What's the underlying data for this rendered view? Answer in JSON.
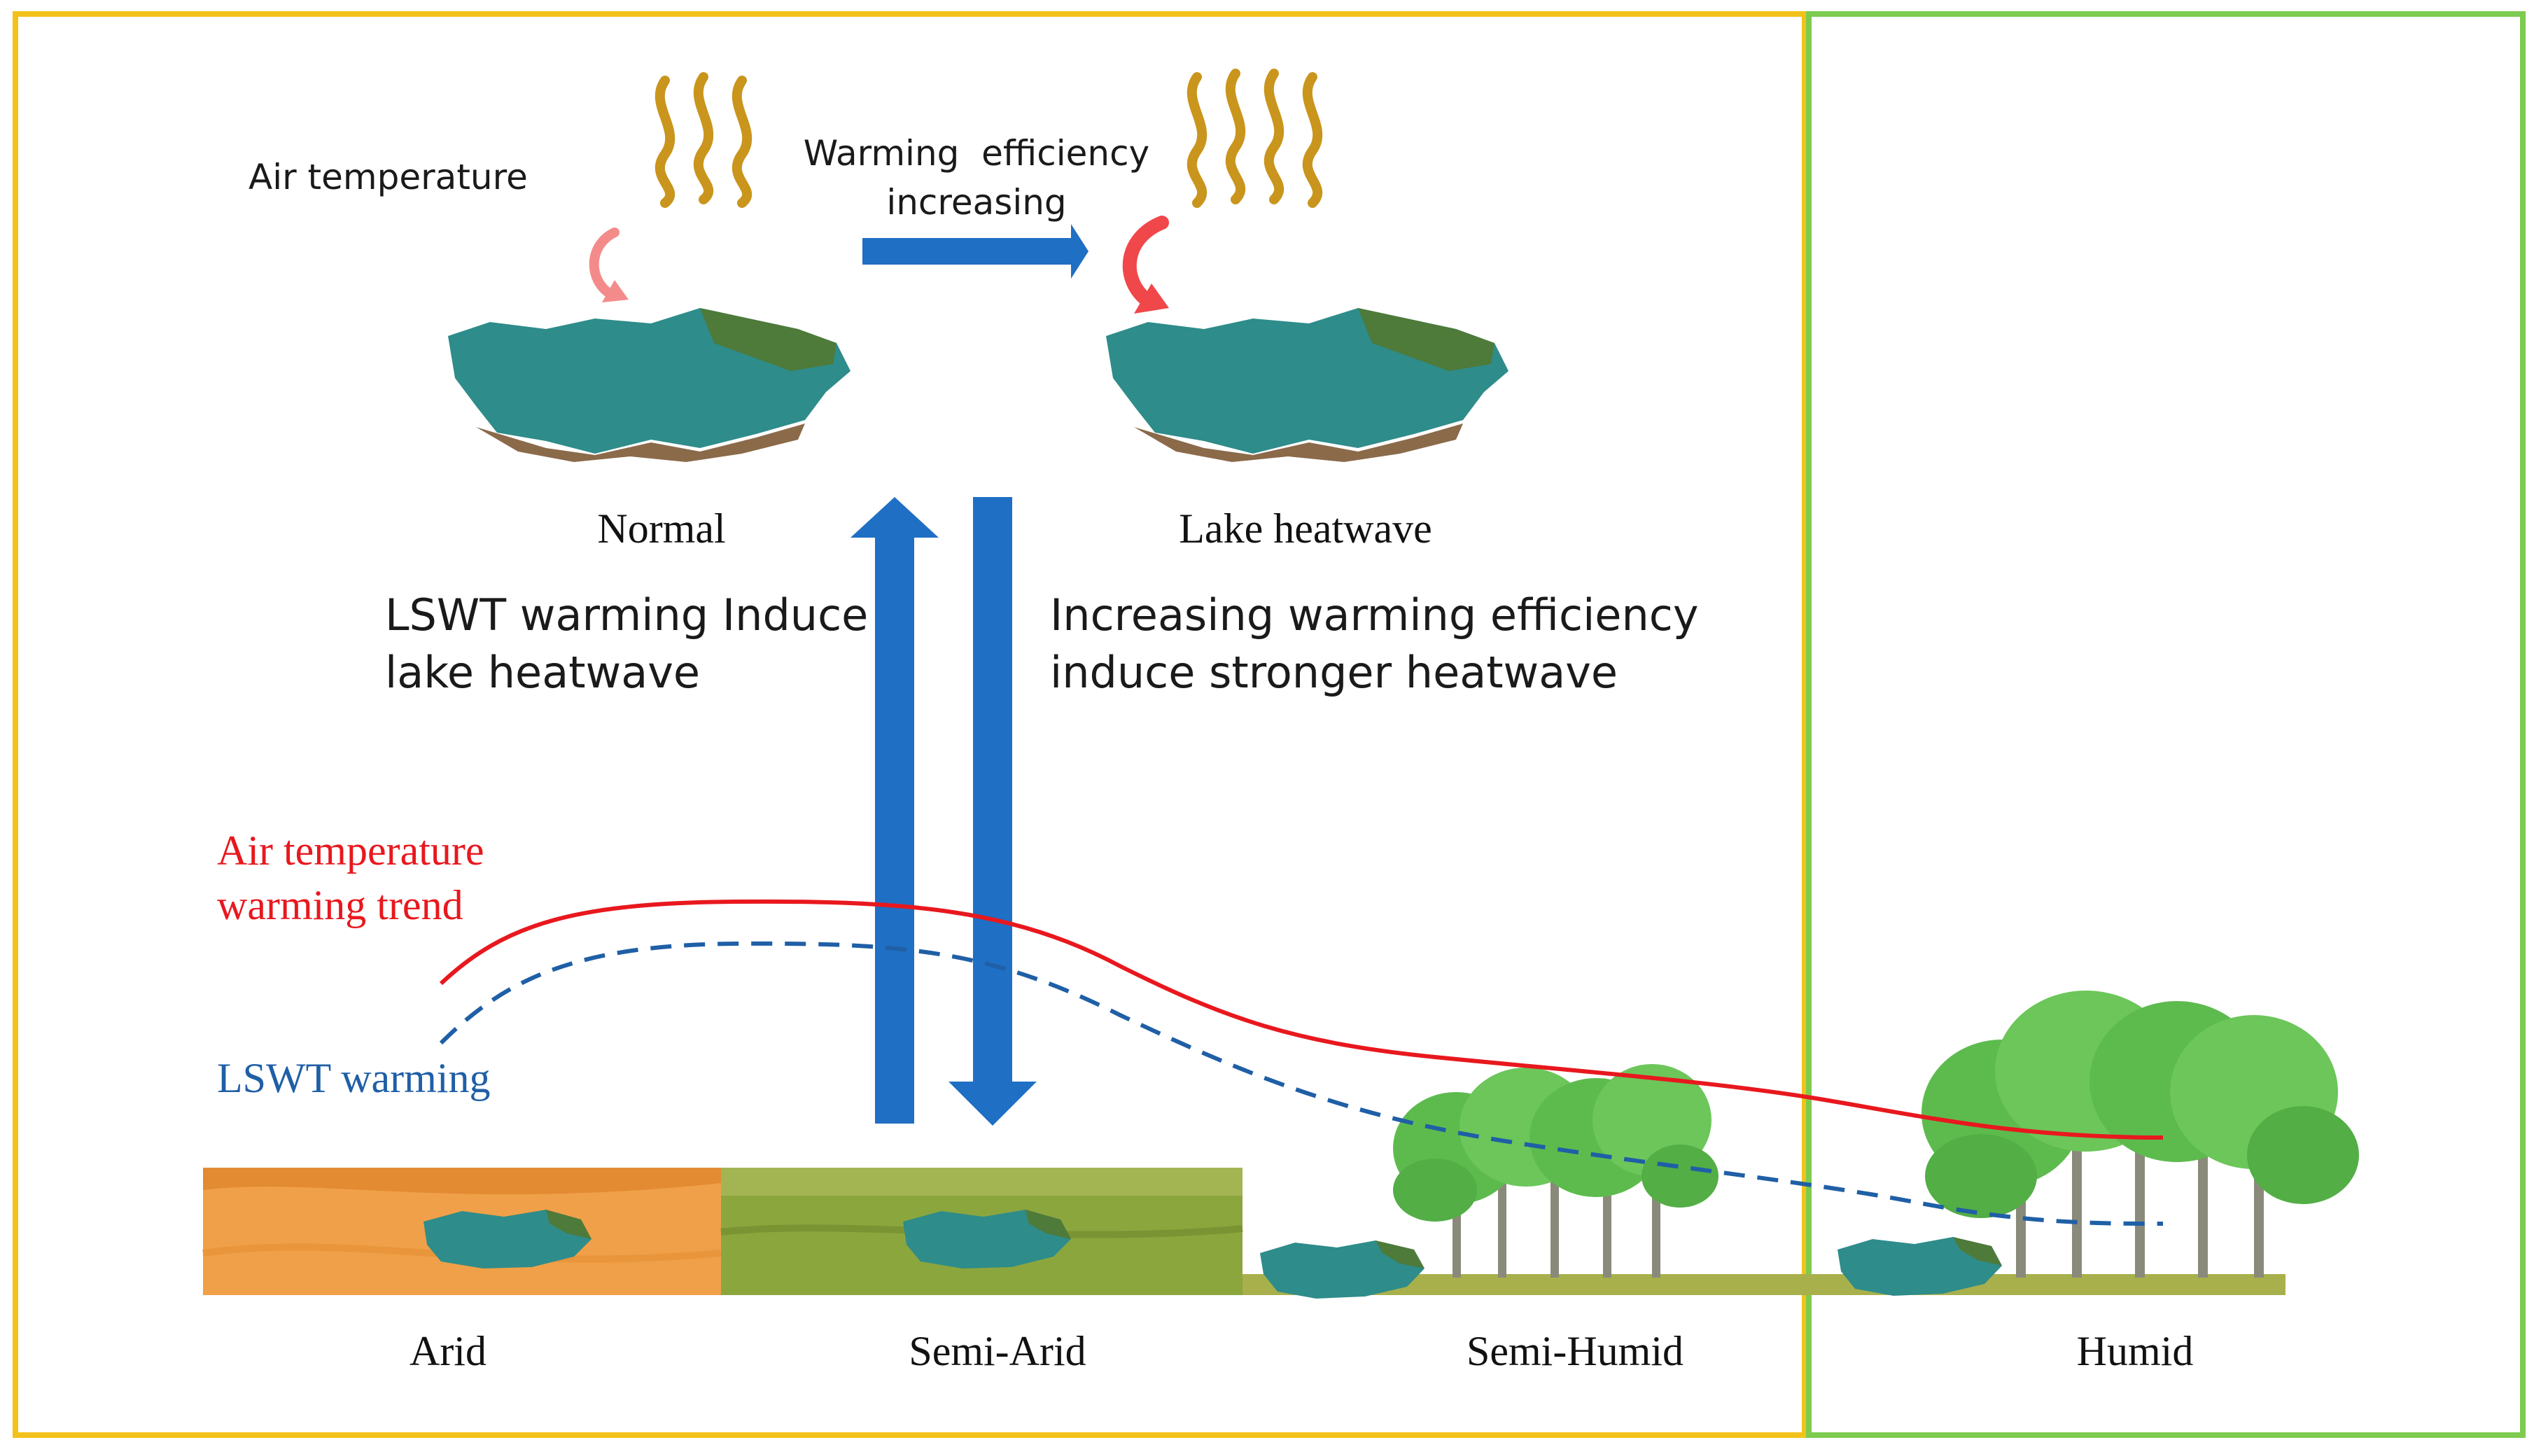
{
  "colors": {
    "frame_left": "#F2C21B",
    "frame_right": "#7DCB4F",
    "air_trend": "#E8181E",
    "lswt_trend": "#1F5FA6",
    "big_arrow": "#1F6FC4",
    "heat_waves": "#C9951C",
    "curl_normal": "#F48B8B",
    "curl_heatwave": "#F0474A",
    "lake_water": "#2E8C8A",
    "lake_shore": "#4E7A3A",
    "desert": "#F0A048",
    "grassland": "#8CA63E",
    "ground_strip": "#A8B04C",
    "tree_canopy": "#5DBB4E",
    "tree_trunk": "#8A8A7A"
  },
  "labels": {
    "air_temperature": "Air temperature",
    "warming_efficiency_line1": "Warming  efficiency",
    "warming_efficiency_line2": "increasing",
    "normal": "Normal",
    "lake_heatwave": "Lake heatwave",
    "lswt_induce_line1": "LSWT warming Induce",
    "lswt_induce_line2": "lake heatwave",
    "increasing_eff_line1": "Increasing warming efficiency",
    "increasing_eff_line2": "induce stronger heatwave",
    "air_trend_line1": "Air temperature",
    "air_trend_line2": "warming trend",
    "lswt_warming": "LSWT warming"
  },
  "zones": [
    "Arid",
    "Semi-Arid",
    "Semi-Humid",
    "Humid"
  ],
  "icons": {
    "heat_waves": "heat-waves-icon",
    "curl_arrow": "curved-arrow-icon",
    "lake": "lake-icon",
    "tree": "tree-icon"
  }
}
